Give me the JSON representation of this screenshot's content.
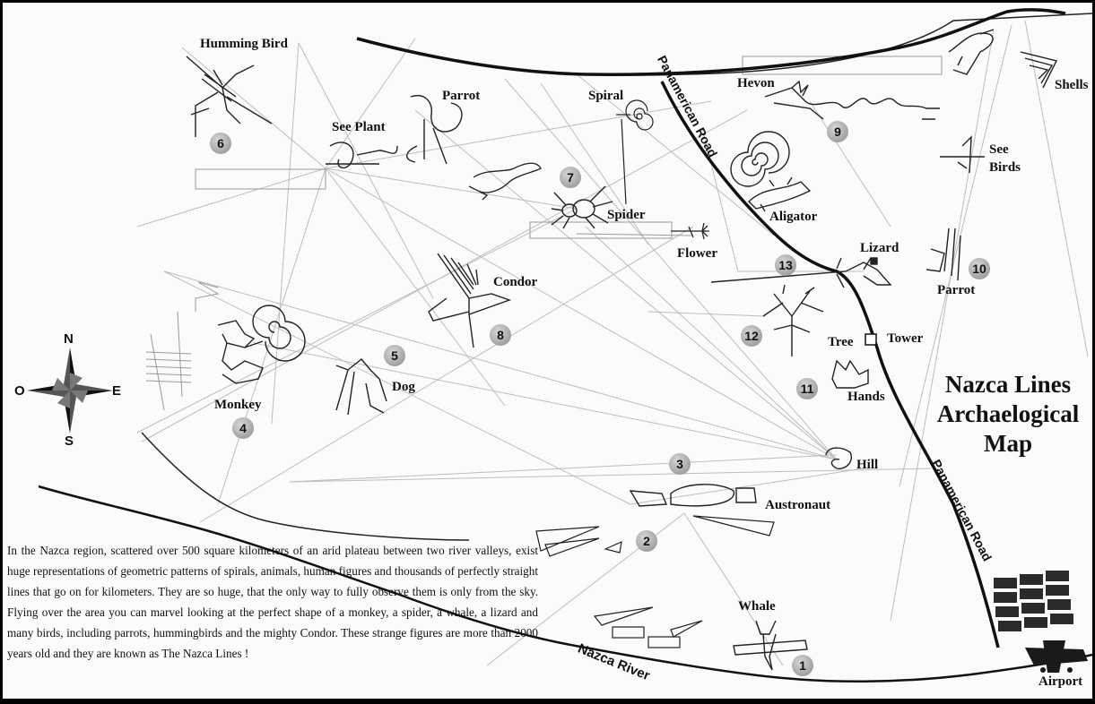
{
  "map": {
    "title_lines": [
      "Nazca Lines",
      "Archaelogical",
      "Map"
    ],
    "description": "In the Nazca region, scattered over 500 square kilometers of an arid plateau between two river valleys, exist huge representations of geometric patterns of spirals, animals, human figures and thousands of perfectly straight lines that go on for kilometers. They are so huge, that the only way to fully observe them is only from the sky. Flying over the area you can marvel looking at the perfect shape of a monkey, a spider, a whale, a lizard and many birds, including parrots, hummingbirds and the mighty Condor. These strange figures are more than 2000 years old and they are known as The Nazca Lines !",
    "compass": {
      "north": "N",
      "south": "S",
      "east": "E",
      "west": "O"
    },
    "roads": {
      "road_top": "Panamerican Road",
      "road_right": "Panamerican Road",
      "river": "Nazca River"
    },
    "labels": {
      "humming_bird": "Humming Bird",
      "parrot_top": "Parrot",
      "see_plant": "See Plant",
      "spiral": "Spiral",
      "hevon": "Hevon",
      "shells": "Shells",
      "see_birds_1": "See",
      "see_birds_2": "Birds",
      "spider": "Spider",
      "aligator": "Aligator",
      "flower": "Flower",
      "lizard": "Lizard",
      "parrot_right": "Parrot",
      "condor": "Condor",
      "tree": "Tree",
      "tower": "Tower",
      "monkey": "Monkey",
      "dog": "Dog",
      "hands": "Hands",
      "hill": "Hill",
      "austronaut": "Austronaut",
      "whale": "Whale",
      "airport": "Airport"
    },
    "numbers": {
      "n1": "1",
      "n2": "2",
      "n3": "3",
      "n4": "4",
      "n5": "5",
      "n6": "6",
      "n7": "7",
      "n8": "8",
      "n9": "9",
      "n10": "10",
      "n11": "11",
      "n12": "12",
      "n13": "13"
    },
    "colors": {
      "background": "#fbfbfb",
      "ink": "#111111",
      "faint_line": "#bdbdbd",
      "marker": "#9a9a9a"
    }
  }
}
